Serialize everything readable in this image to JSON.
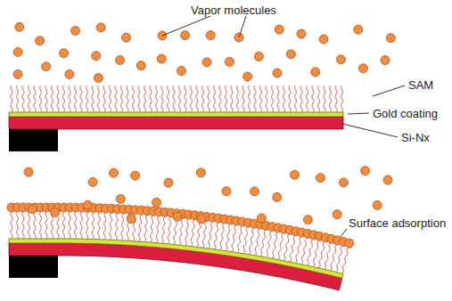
{
  "diagram": {
    "labels": [
      "Vapor molecules",
      "SAM",
      "Gold coating",
      "Si-Nx",
      "Surface adsorption"
    ]
  }
}
